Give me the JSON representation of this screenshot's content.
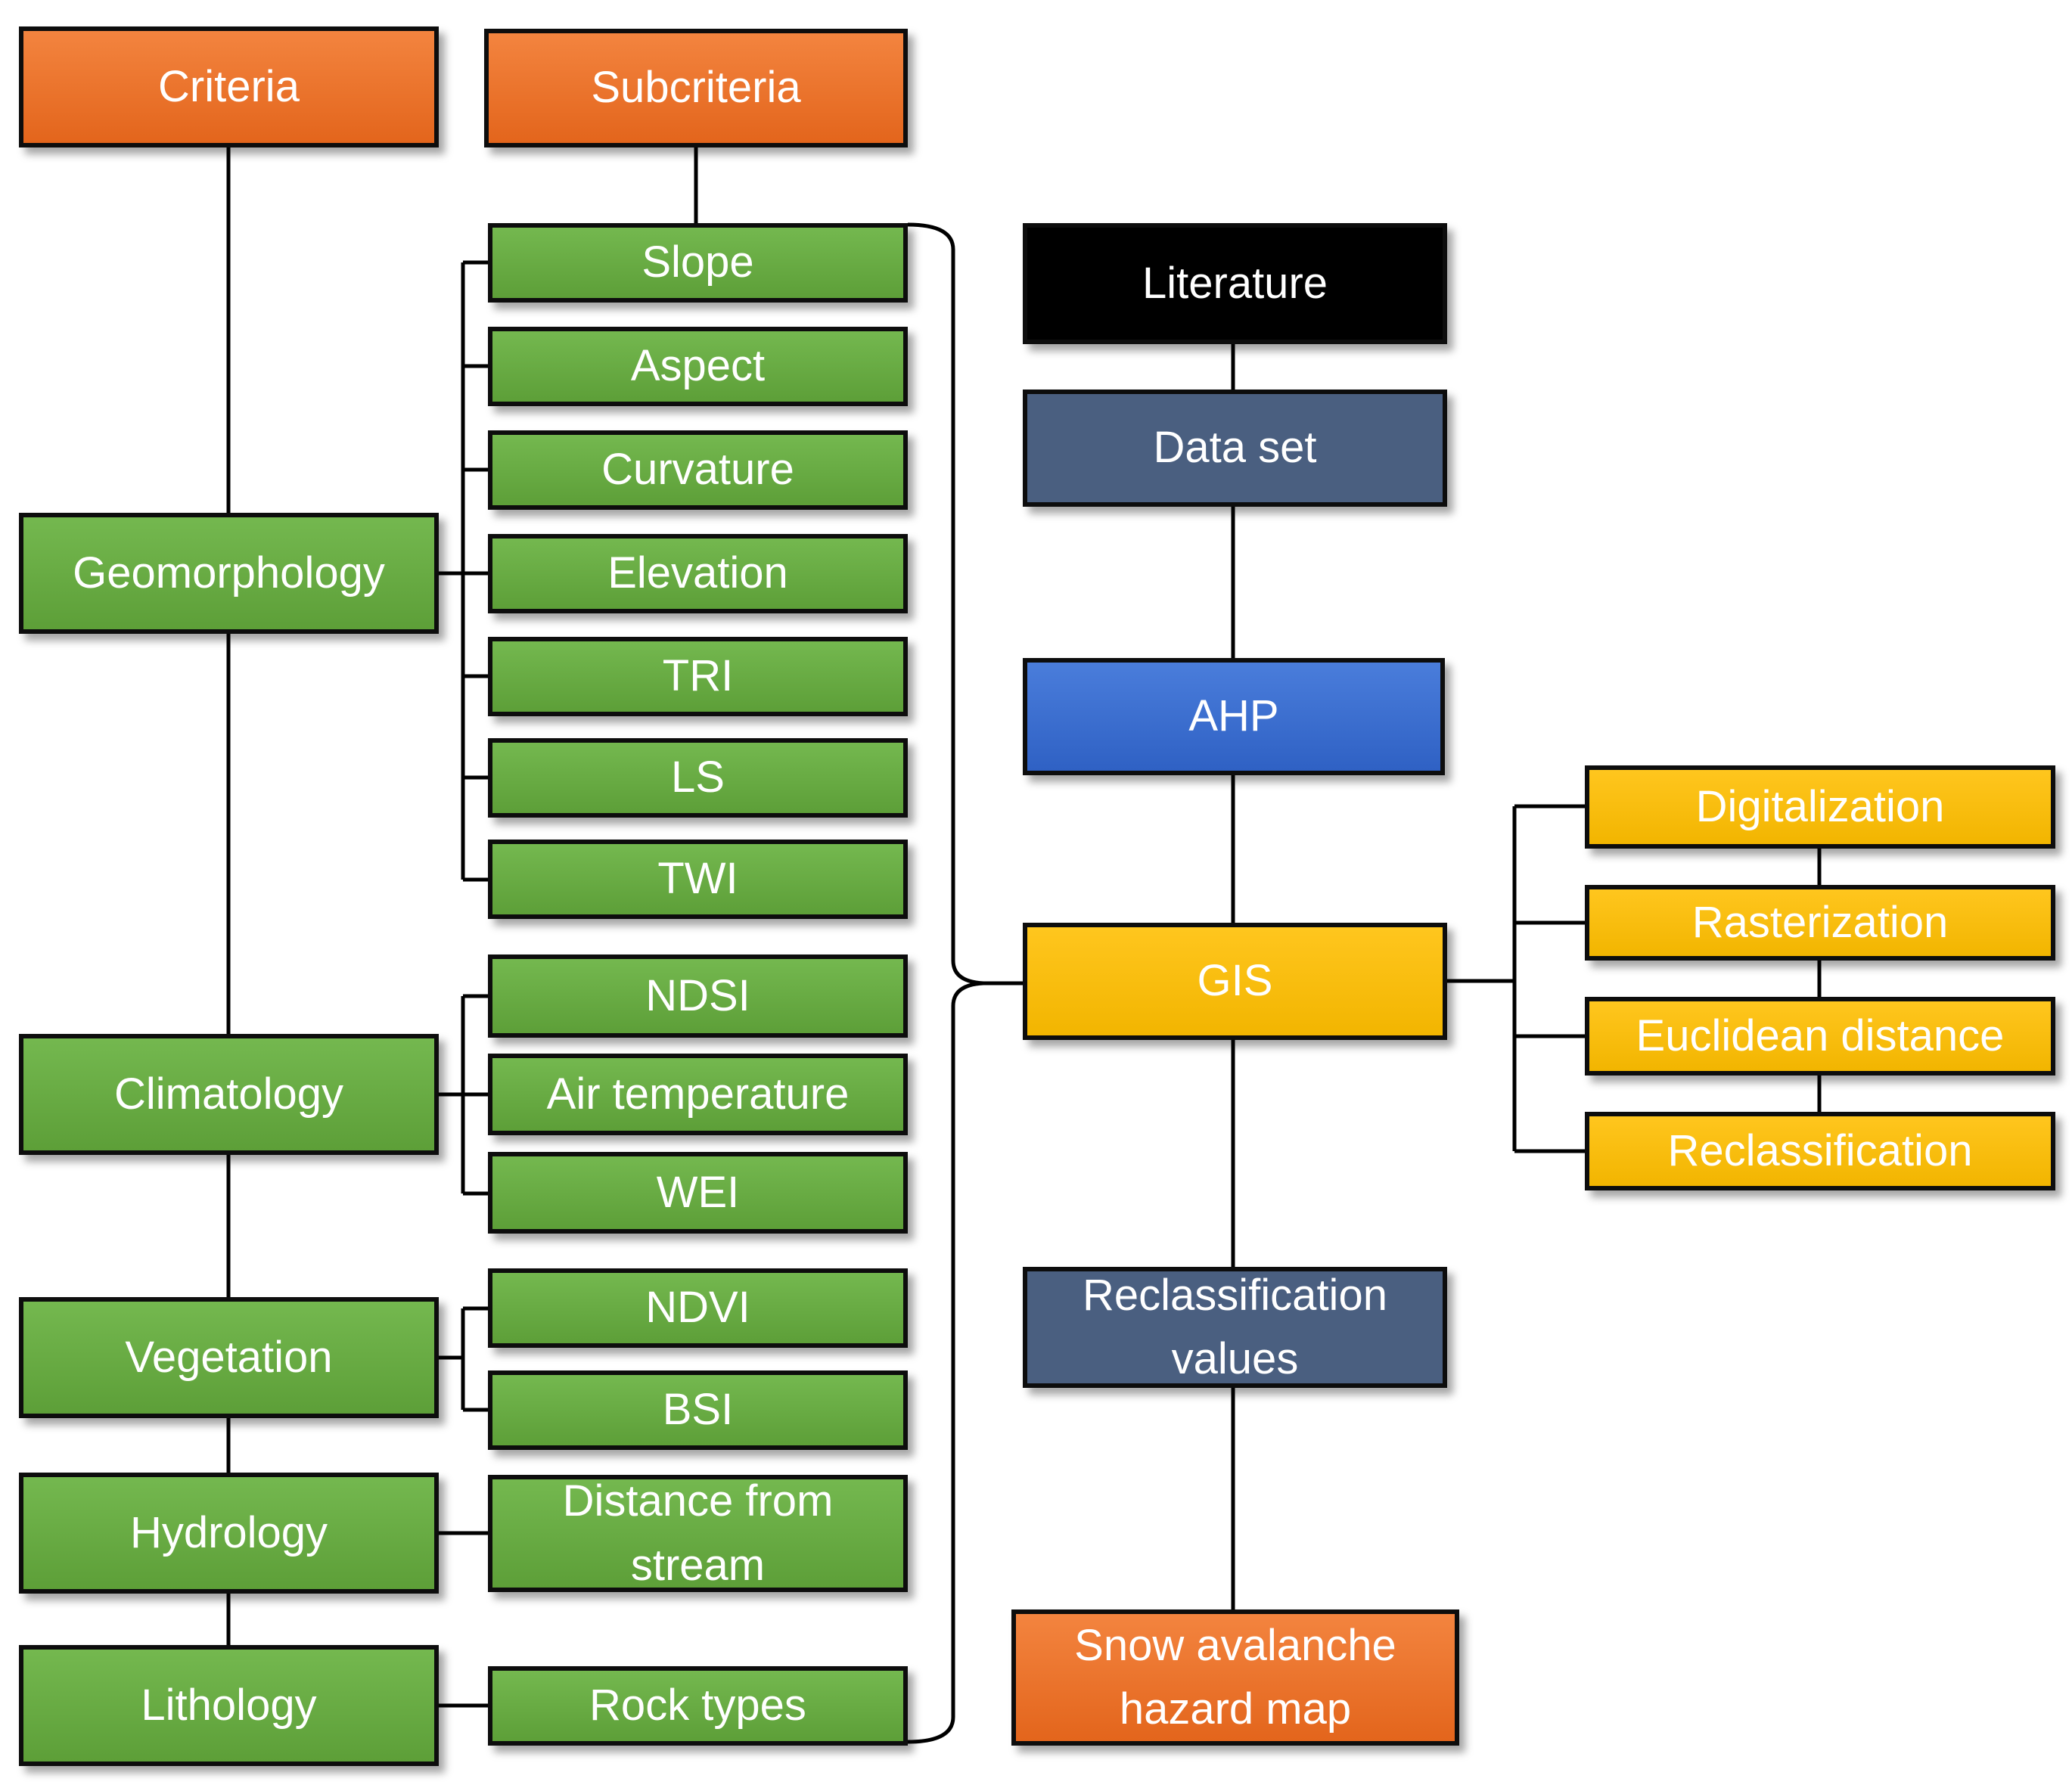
{
  "criteria_header": "Criteria",
  "subcriteria_header": "Subcriteria",
  "criteria": [
    "Geomorphology",
    "Climatology",
    "Vegetation",
    "Hydrology",
    "Lithology"
  ],
  "subcriteria": [
    "Slope",
    "Aspect",
    "Curvature",
    "Elevation",
    "TRI",
    "LS",
    "TWI",
    "NDSI",
    "Air temperature",
    "WEI",
    "NDVI",
    "BSI",
    "Distance from\nstream",
    "Rock types"
  ],
  "process": [
    "Literature",
    "Data set",
    "AHP",
    "GIS",
    "Reclassification\nvalues",
    "Snow avalanche\nhazard map"
  ],
  "gis_steps": [
    "Digitalization",
    "Rasterization",
    "Euclidean distance",
    "Reclassification"
  ],
  "colors": {
    "header": "#e8712a",
    "criteria": "#67aa45",
    "literature": "#000000",
    "dataset": "#4a5f80",
    "ahp": "#3a6fd1",
    "gis": "#fbbf0f",
    "output": "#e8712a"
  }
}
